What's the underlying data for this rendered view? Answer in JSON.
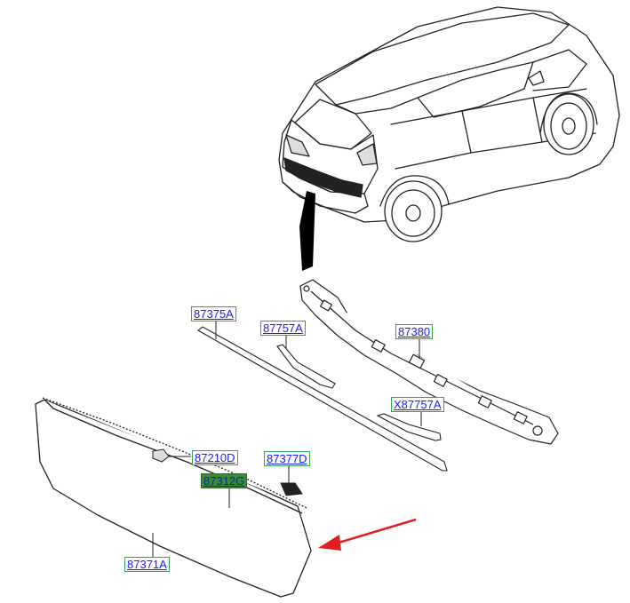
{
  "diagram": {
    "parts": {
      "p87375A": "87375A",
      "p87757A": "87757A",
      "p87380": "87380",
      "pX87757A": "X87757A",
      "p87210D": "87210D",
      "p87377D": "87377D",
      "p87312G": "87312G",
      "p87371A": "87371A"
    },
    "highlighted_part": "87312G",
    "colors": {
      "label_text": "#1a1aff",
      "label_border": "#2fa84f",
      "highlight_fill": "#3a8a3a",
      "pointer_arrow": "#e02020",
      "line_art": "#222222"
    },
    "icons": [
      "car-illustration",
      "pointer-arrow-icon"
    ]
  }
}
